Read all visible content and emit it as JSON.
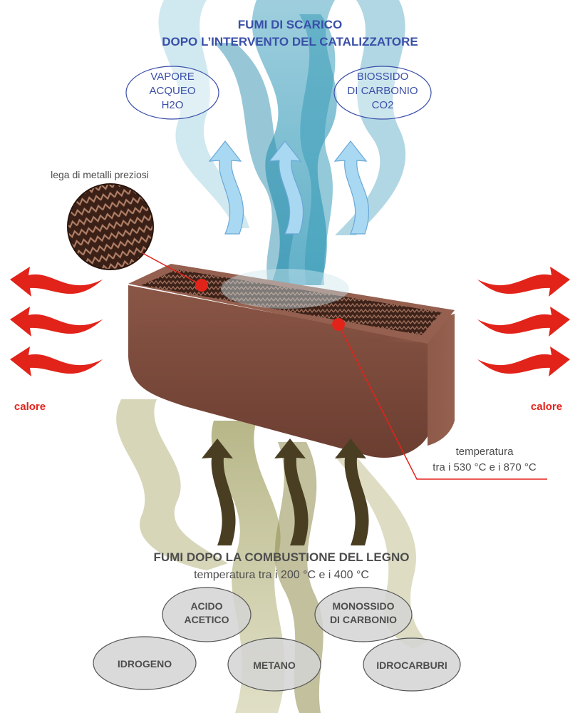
{
  "top_title": {
    "line1": "FUMI DI SCARICO",
    "line2": "DOPO L’INTERVENTO DEL CATALIZZATORE"
  },
  "outputs": [
    {
      "lines": [
        "VAPORE",
        "ACQUEO",
        "H2O"
      ]
    },
    {
      "lines": [
        "BIOSSIDO",
        "DI CARBONIO",
        "CO2"
      ]
    }
  ],
  "alloy_label": "lega di metalli preziosi",
  "heat_left": "calore",
  "heat_right": "calore",
  "temperature_label": {
    "line1": "temperatura",
    "line2": "tra i 530 °C e i 870 °C"
  },
  "bottom_title": {
    "line1": "FUMI DOPO LA COMBUSTIONE DEL LEGNO",
    "line2": "temperatura tra i 200 °C e i 400 °C"
  },
  "inputs": [
    {
      "lines": [
        "ACIDO",
        "ACETICO"
      ]
    },
    {
      "lines": [
        "MONOSSIDO",
        "DI CARBONIO"
      ]
    },
    {
      "lines": [
        "IDROGENO"
      ]
    },
    {
      "lines": [
        "METANO"
      ]
    },
    {
      "lines": [
        "IDROCARBURI"
      ]
    }
  ],
  "colors": {
    "title_blue": "#3a4fa8",
    "heat_red": "#e2231a",
    "text_gray": "#4d4d4d",
    "catalyst_brown": "#7a4a3c",
    "blue_smoke": "#4fa7c2",
    "olive_smoke": "#9b9a5a",
    "dark_arrow": "#4a3e22",
    "light_arrow": "#a9d8f2"
  }
}
